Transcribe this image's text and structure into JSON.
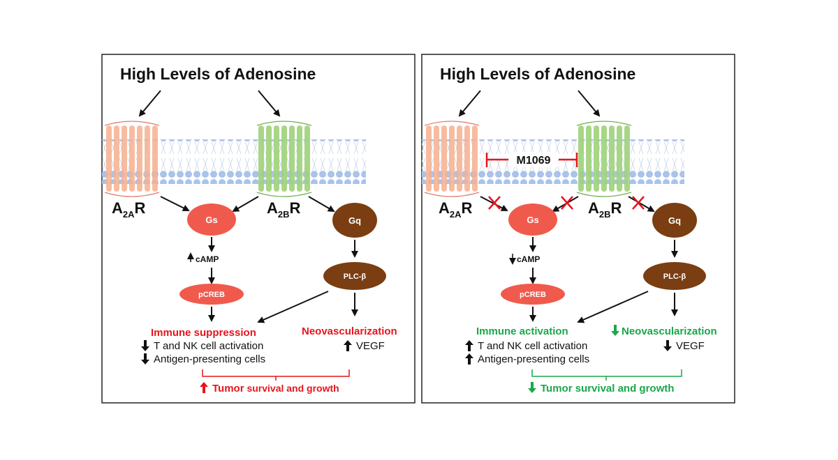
{
  "colors": {
    "red": "#e8141c",
    "green": "#19a74a",
    "gs": "#f05a4d",
    "gq": "#7a3e12",
    "a2a": "#f6b08f",
    "a2b": "#9fd27a",
    "membrane": "#aac3ea"
  },
  "left": {
    "title": "High Levels of Adenosine",
    "a2a_main": "A",
    "a2a_sub": "2A",
    "a2a_suffix": "R",
    "a2b_main": "A",
    "a2b_sub": "2B",
    "a2b_suffix": "R",
    "gs": "Gs",
    "gq": "Gq",
    "camp": "cAMP",
    "pcreb": "pCREB",
    "plc": "PLC-β",
    "immune_head": "Immune suppression",
    "immune_item1": "T and NK cell activation",
    "immune_item2": "Antigen-presenting cells",
    "neo_head": "Neovascularization",
    "vegf": "VEGF",
    "summary_bold": "Tumor",
    "summary_rest": " survival and growth"
  },
  "right": {
    "title": "High Levels of Adenosine",
    "inhibitor": "M1069",
    "a2a_main": "A",
    "a2a_sub": "2A",
    "a2a_suffix": "R",
    "a2b_main": "A",
    "a2b_sub": "2B",
    "a2b_suffix": "R",
    "gs": "Gs",
    "gq": "Gq",
    "camp": "cAMP",
    "pcreb": "pCREB",
    "plc": "PLC-β",
    "immune_head": "Immune activation",
    "immune_item1": "T and NK cell activation",
    "immune_item2": "Antigen-presenting cells",
    "neo_head": "Neovascularization",
    "vegf": "VEGF",
    "summary": "Tumor survival and growth"
  }
}
